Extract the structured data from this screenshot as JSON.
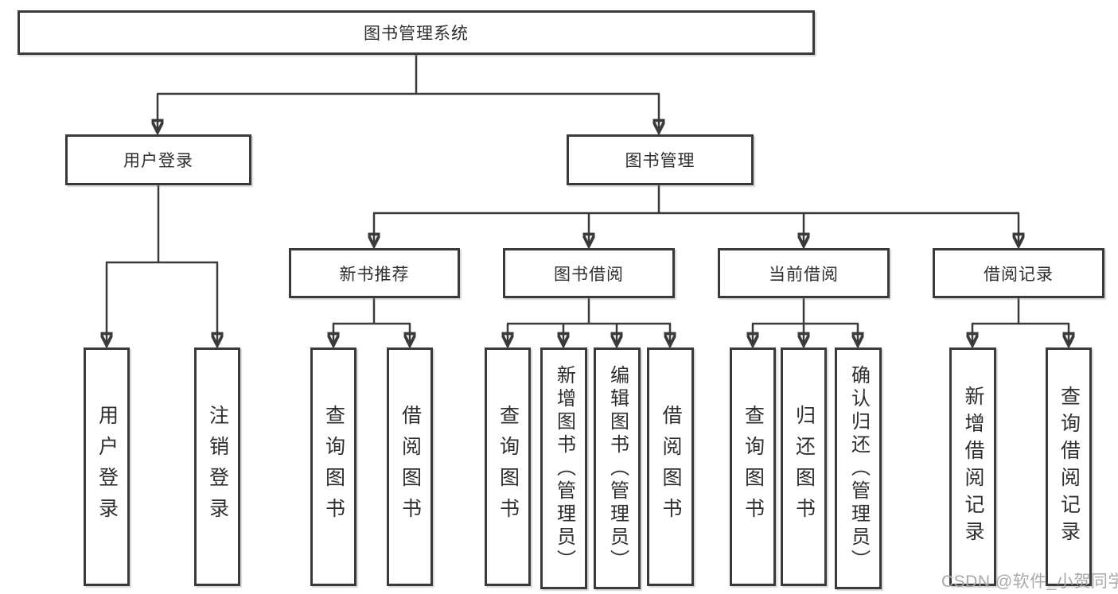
{
  "root": {
    "label": "图书管理系统"
  },
  "modules": {
    "user_login": {
      "label": "用户登录",
      "children": [
        "用户登录",
        "注销登录"
      ]
    },
    "book_mgmt": {
      "label": "图书管理"
    }
  },
  "sections": [
    {
      "label": "新书推荐",
      "children": [
        "查询图书",
        "借阅图书"
      ]
    },
    {
      "label": "图书借阅",
      "children": [
        "查询图书",
        "新增图书（管理员）",
        "编辑图书（管理员）",
        "借阅图书"
      ]
    },
    {
      "label": "当前借阅",
      "children": [
        "查询图书",
        "归还图书",
        "确认归还（管理员）"
      ]
    },
    {
      "label": "借阅记录",
      "children": [
        "新增借阅记录",
        "查询借阅记录"
      ]
    }
  ],
  "watermark": "CSDN @软件_小贺同学",
  "colors": {
    "line": "#3a3a3a",
    "text": "#2e2e2e",
    "background": "#ffffff",
    "watermark": "#a4a4a8"
  }
}
